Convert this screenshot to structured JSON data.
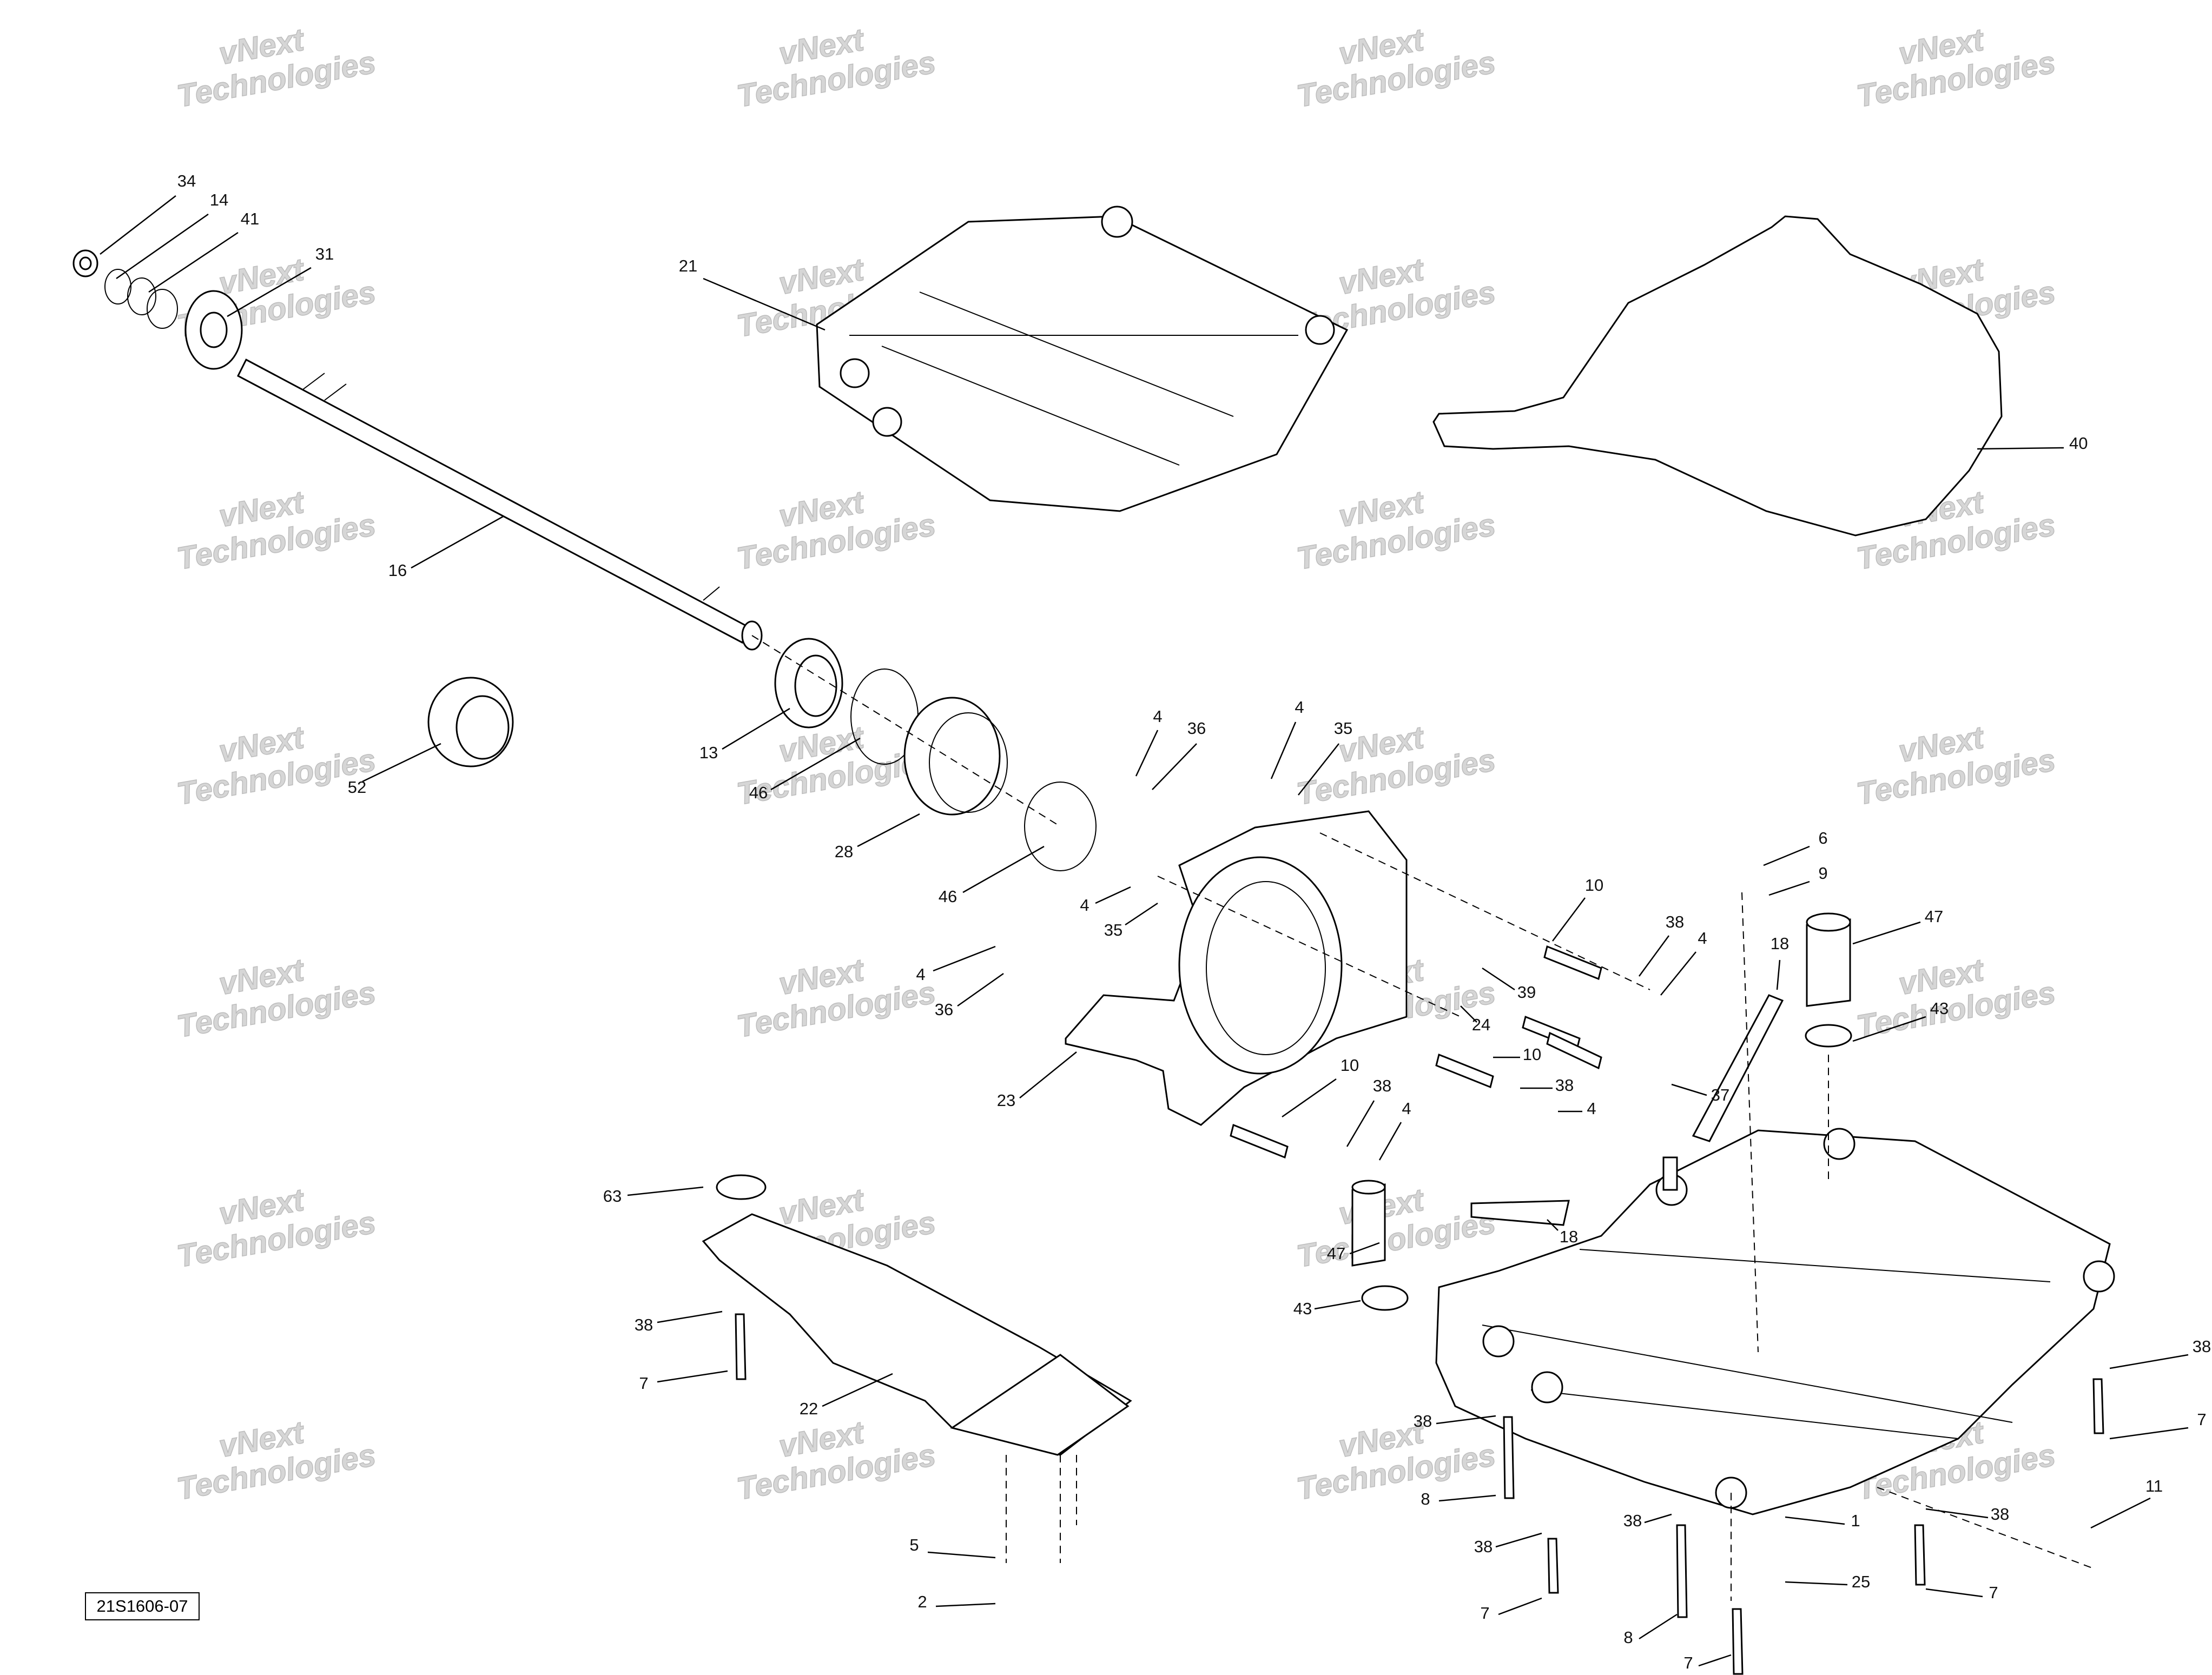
{
  "watermark": {
    "line1": "vNext",
    "line2": "Technologies"
  },
  "drawing_id": "21S1606-07",
  "callouts": [
    "34",
    "14",
    "41",
    "31",
    "21",
    "16",
    "40",
    "13",
    "52",
    "46",
    "28",
    "46",
    "4",
    "36",
    "4",
    "35",
    "4",
    "35",
    "4",
    "36",
    "23",
    "10",
    "38",
    "4",
    "39",
    "24",
    "10",
    "38",
    "4",
    "10",
    "38",
    "4",
    "6",
    "9",
    "47",
    "43",
    "18",
    "37",
    "18",
    "47",
    "43",
    "63",
    "38",
    "7",
    "22",
    "5",
    "2",
    "38",
    "8",
    "38",
    "7",
    "38",
    "8",
    "7",
    "1",
    "25",
    "38",
    "7",
    "11",
    "38",
    "7"
  ]
}
